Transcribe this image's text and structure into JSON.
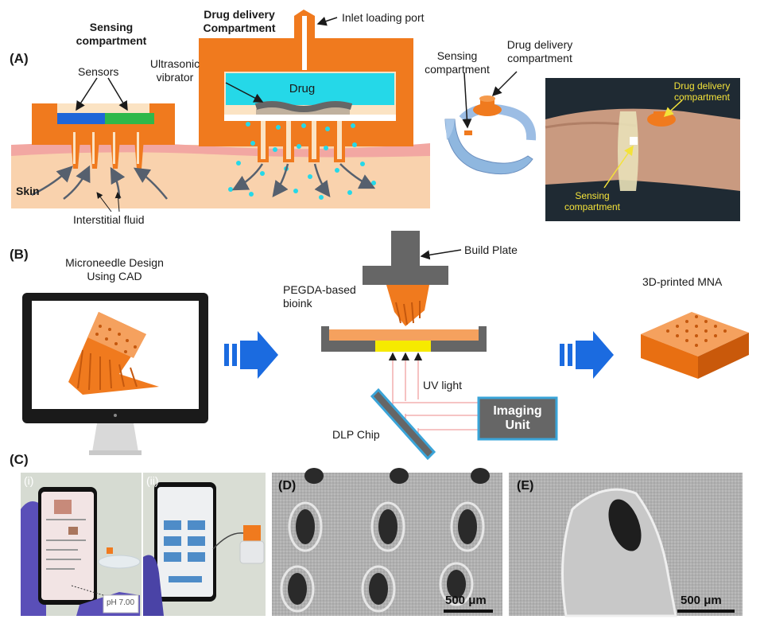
{
  "panel_a": {
    "letter": "(A)",
    "sensing_title": [
      "Sensing",
      "compartment"
    ],
    "drug_title": [
      "Drug delivery",
      "Compartment"
    ],
    "inlet": "Inlet loading port",
    "ultrasonic": [
      "Ultrasonic",
      "vibrator"
    ],
    "drug": "Drug",
    "sensors": "Sensors",
    "skin": "Skin",
    "interstitial": "Interstitial fluid",
    "device_sensing": [
      "Sensing",
      "compartment"
    ],
    "device_drug": [
      "Drug delivery",
      "compartment"
    ],
    "photo_drug": [
      "Drug delivery",
      "compartment"
    ],
    "photo_sensing": [
      "Sensing",
      "compartment"
    ]
  },
  "panel_b": {
    "letter": "(B)",
    "cad_title": [
      "Microneedle Design",
      "Using CAD"
    ],
    "build_plate": "Build Plate",
    "bioink": [
      "PEGDA-based",
      "bioink"
    ],
    "uv_light": "UV light",
    "dlp_chip": "DLP Chip",
    "imaging_unit": [
      "Imaging",
      "Unit"
    ],
    "mna": "3D-printed MNA"
  },
  "panel_c": {
    "letter": "(C)",
    "sub_i": "(i)",
    "sub_ii": "(ii)",
    "ph_label": "pH 7.00"
  },
  "panel_d": {
    "letter": "(D)",
    "scale": "500 μm"
  },
  "panel_e": {
    "letter": "(E)",
    "scale": "500 μm"
  },
  "colors": {
    "orange": "#f07a1e",
    "skin": "#f7c9a0",
    "skin_top": "#f2a9a3",
    "drug": "#25d8e8",
    "sensor_blue": "#1f66d8",
    "sensor_green": "#2fb84a",
    "arrow_blue": "#1b6be0",
    "gray": "#5f5f5f",
    "imaging_border": "#3aa4d8"
  }
}
